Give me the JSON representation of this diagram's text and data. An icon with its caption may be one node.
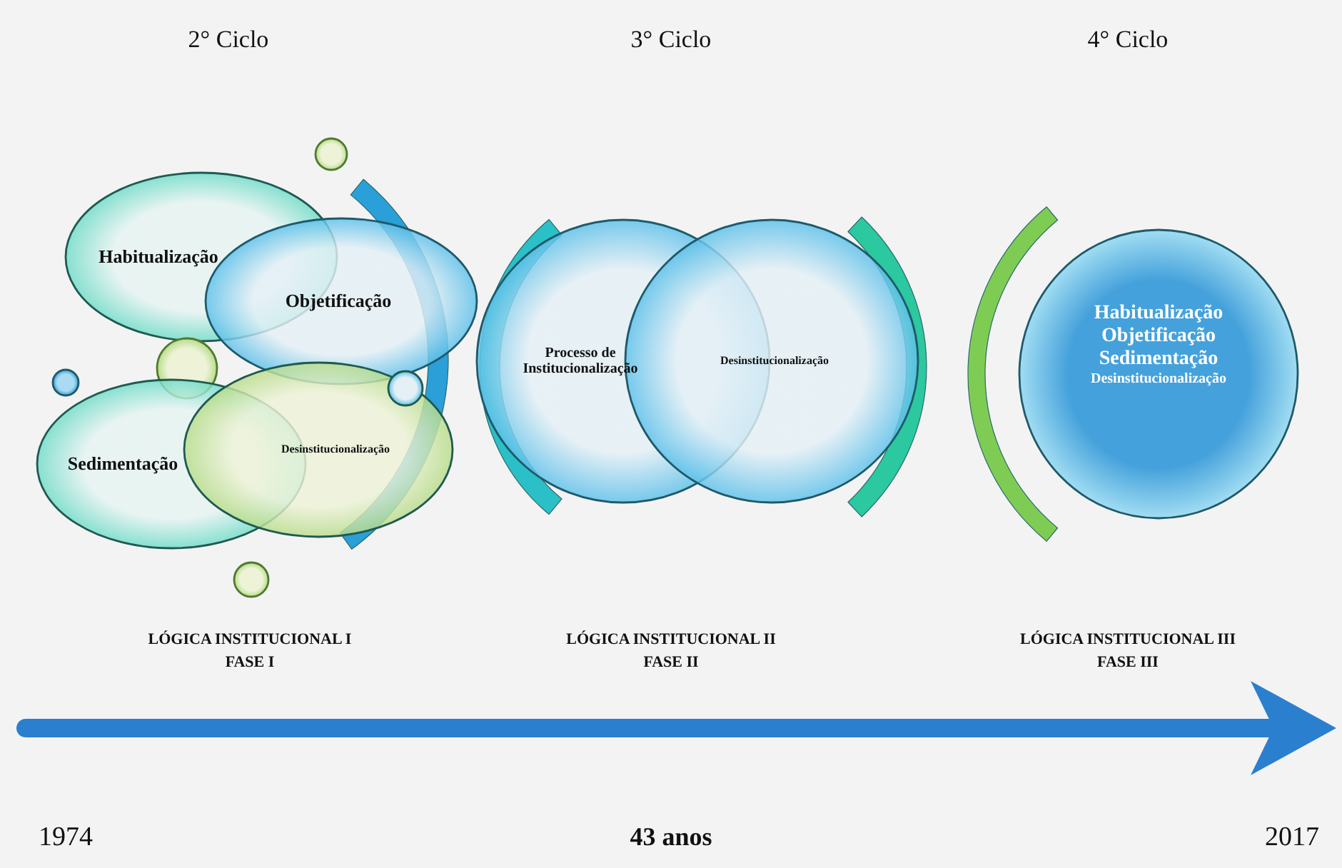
{
  "diagram": {
    "nodes": [
      {
        "text": [],
        "shape": "circle"
      },
      {
        "text": [
          "Habitualização"
        ]
      },
      {
        "text": [
          "Objetificação"
        ]
      },
      {
        "text": [],
        "shape": "circle"
      },
      {
        "text": [],
        "shape": "circle"
      },
      {
        "text": [],
        "shape": "circle",
        "in": 7
      },
      {
        "text": [
          "Sedimentação"
        ]
      },
      {
        "text": [
          "Desinstitucionalização"
        ]
      },
      {
        "text": [],
        "shape": "circle"
      },
      {
        "text": [
          "Processo de Institucionalização"
        ]
      },
      {
        "text": [
          "Desinstitucionalização"
        ]
      },
      {
        "text": [
          "Habitualização",
          "Objetificação",
          "Sedimentação",
          "Desinstitucionalização"
        ]
      }
    ],
    "labels": [
      "2° Ciclo",
      "3° Ciclo",
      "4° Ciclo",
      "LÓGICA INSTITUCIONAL I",
      "FASE I",
      "LÓGICA INSTITUCIONAL II",
      "FASE II",
      "LÓGICA INSTITUCIONAL III",
      "FASE III",
      "1974",
      "43 anos",
      "2017"
    ]
  }
}
